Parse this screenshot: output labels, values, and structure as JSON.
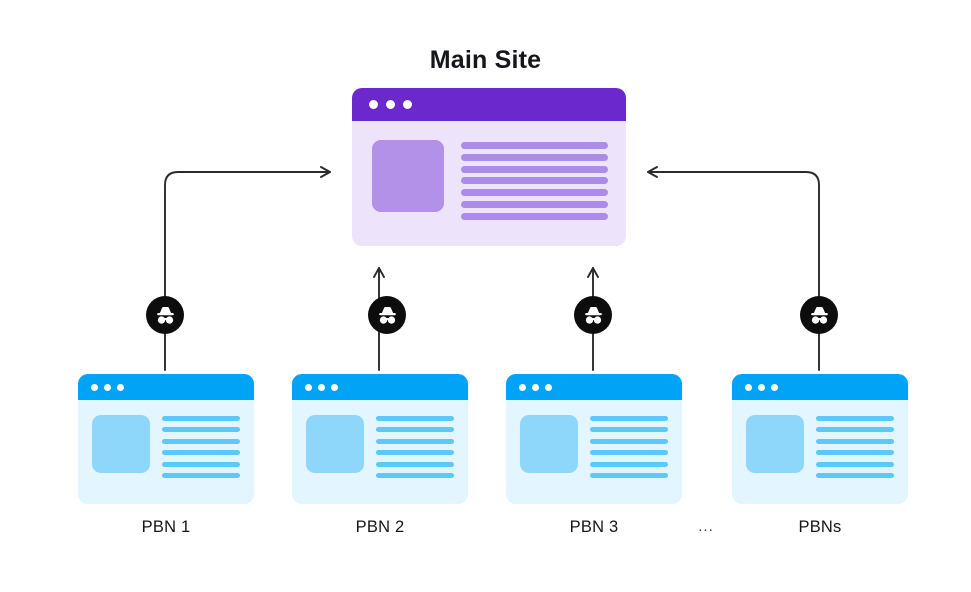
{
  "diagram": {
    "title": "Main Site",
    "background_color": "#ffffff",
    "main_site": {
      "label": "Main Site",
      "window": {
        "bar_color": "#6b28cd",
        "body_color": "#ede4fb",
        "thumb_color": "#b391e8",
        "line_color": "#ab8ce8",
        "dot_count": 3,
        "line_count": 7
      }
    },
    "pbn_nodes": [
      {
        "label": "PBN 1",
        "badge_icon": "incognito-spy-icon",
        "arrow": "elbow-right",
        "arrow_direction": "to-main-site"
      },
      {
        "label": "PBN 2",
        "badge_icon": "incognito-spy-icon",
        "arrow": "straight-up",
        "arrow_direction": "to-main-site"
      },
      {
        "label": "PBN 3",
        "badge_icon": "incognito-spy-icon",
        "arrow": "straight-up",
        "arrow_direction": "to-main-site"
      },
      {
        "label": "PBNs",
        "badge_icon": "incognito-spy-icon",
        "arrow": "elbow-left",
        "arrow_direction": "to-main-site"
      }
    ],
    "ellipsis": "...",
    "pbn_window_style": {
      "bar_color": "#00a3f5",
      "body_color": "#e3f5fe",
      "thumb_color": "#8fd6fb",
      "line_color": "#5cc8fb",
      "dot_count": 3,
      "line_count": 6
    },
    "badge": {
      "circle_color": "#0d0d0d",
      "glyph_color": "#ffffff",
      "icon_name": "incognito-spy-icon"
    },
    "arrow_color": "#2b2b2b"
  }
}
